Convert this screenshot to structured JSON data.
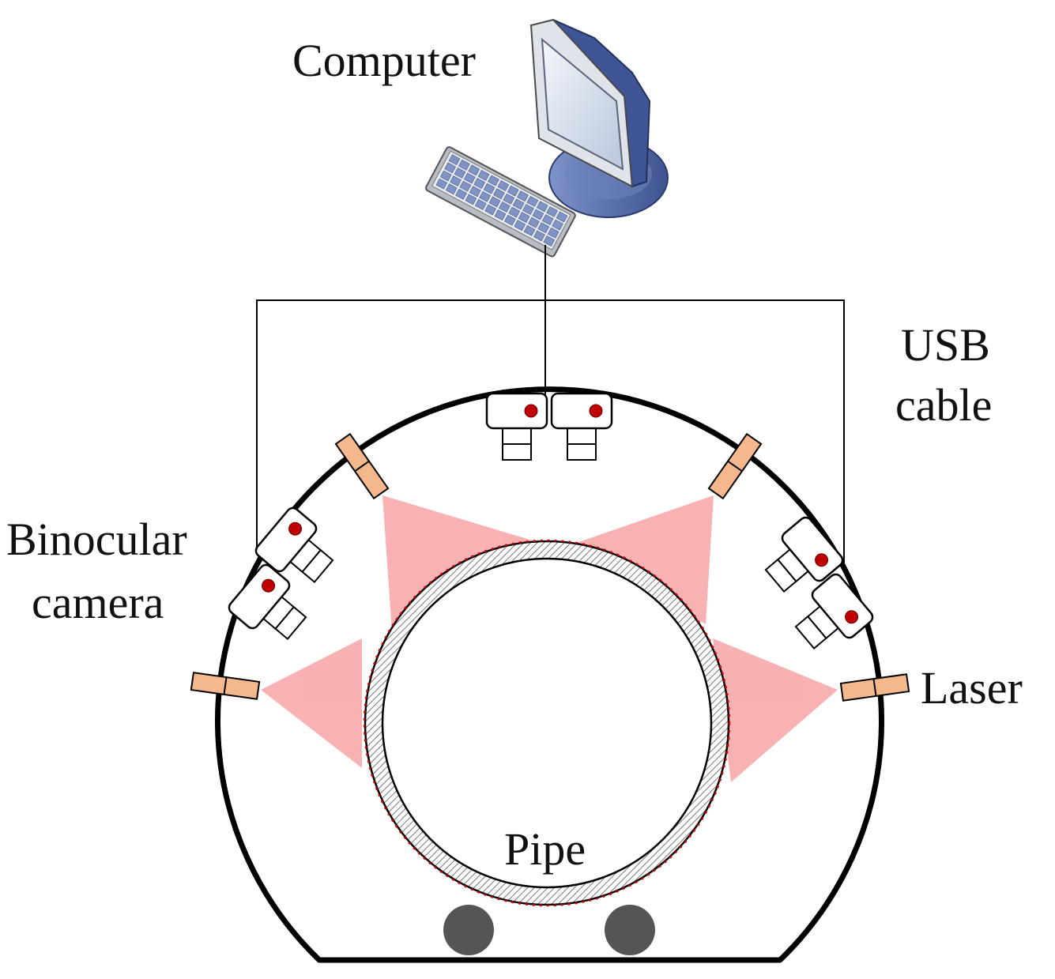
{
  "labels": {
    "computer": "Computer",
    "usb_line1": "USB",
    "usb_line2": "cable",
    "binocular_line1": "Binocular",
    "binocular_line2": "camera",
    "laser": "Laser",
    "pipe": "Pipe"
  },
  "colors": {
    "line": "#000000",
    "laser_body": "#f4b88c",
    "laser_plane": "#f7a4a6",
    "laser_dot": "#c00000",
    "wheel": "#555555",
    "monitor_frame": "#5a6ea8",
    "screen": "#dfe6f2"
  }
}
